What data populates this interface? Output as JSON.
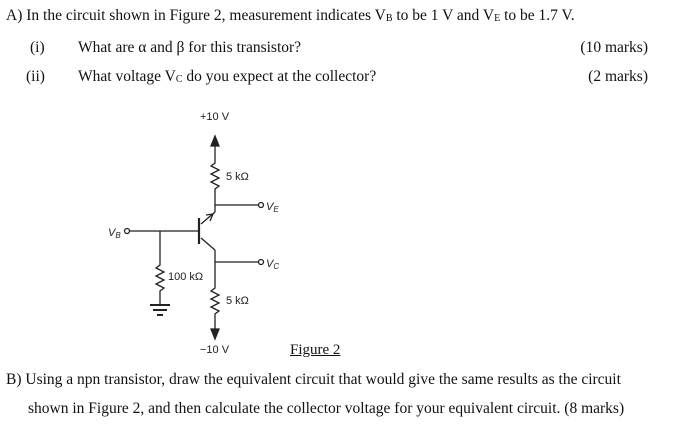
{
  "question_a": {
    "label": "A)",
    "text_before_vb": "In the circuit shown in Figure 2, measurement indicates V",
    "vb_sub": "B",
    "text_mid": " to be 1 V and V",
    "ve_sub": "E",
    "text_after": " to be 1.7 V.",
    "part_i": {
      "num": "(i)",
      "text_before": "What are ",
      "alpha": "α",
      "text_and": " and ",
      "beta": "β",
      "text_after": " for this transistor?",
      "marks": "(10 marks)"
    },
    "part_ii": {
      "num": "(ii)",
      "text_before": "What voltage V",
      "vc_sub": "C",
      "text_after": " do you expect at the collector?",
      "marks": "(2 marks)"
    }
  },
  "figure": {
    "caption": "Figure 2",
    "supply_pos": "+10 V",
    "supply_neg": "−10 V",
    "r_collector": "5 kΩ",
    "r_emitter": "5 kΩ",
    "r_base": "100 kΩ",
    "label_vb": "V",
    "label_vb_sub": "B",
    "label_ve": "V",
    "label_ve_sub": "E",
    "label_vc": "V",
    "label_vc_sub": "C"
  },
  "question_b": {
    "line1": "B)  Using a npn transistor, draw the equivalent circuit that would give the same results as the circuit",
    "line2": "shown in Figure 2, and then calculate the collector voltage for your equivalent circuit. (8 marks)"
  }
}
